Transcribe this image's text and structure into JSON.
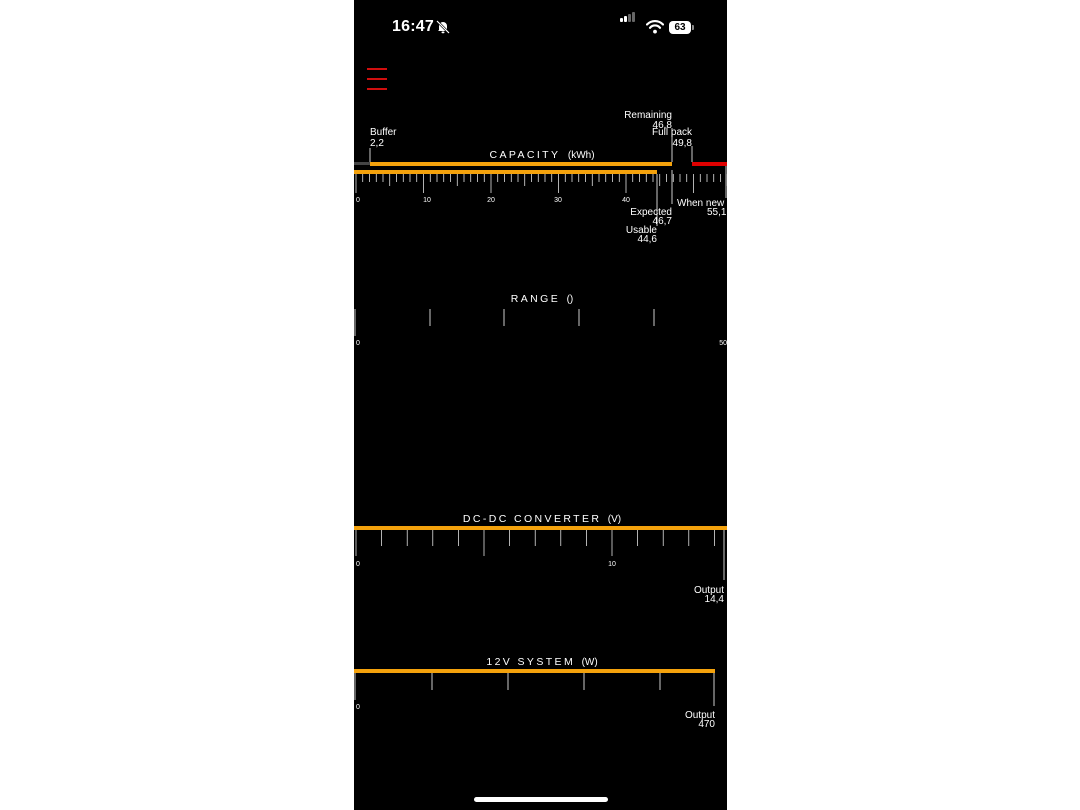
{
  "status_bar": {
    "time": "16:47",
    "battery": "63"
  },
  "colors": {
    "accent": "#f4a20c",
    "alert": "#e00000",
    "menu": "#d10f0f",
    "tick": "#ffffff"
  },
  "gauges": {
    "capacity": {
      "title": "CAPACITY",
      "unit": "(kWh)",
      "scale_max": 55.1,
      "tick_labels": [
        "0",
        "10",
        "20",
        "30",
        "40"
      ],
      "markers": {
        "buffer": {
          "label": "Buffer",
          "value": "2,2"
        },
        "remaining": {
          "label": "Remaining",
          "value": "46,8"
        },
        "full_pack": {
          "label": "Full pack",
          "value": "49,8"
        },
        "expected": {
          "label": "Expected",
          "value": "46,7"
        },
        "usable": {
          "label": "Usable",
          "value": "44,6"
        },
        "when_new": {
          "label": "When new",
          "value": "55,1"
        }
      }
    },
    "range": {
      "title": "RANGE",
      "unit": "()",
      "tick_labels": [
        "0",
        "50"
      ]
    },
    "dcdc": {
      "title": "DC-DC CONVERTER",
      "unit": "(V)",
      "tick_labels": [
        "0",
        "10"
      ],
      "scale_max": 14.4,
      "output": {
        "label": "Output",
        "value": "14,4"
      }
    },
    "system12v": {
      "title": "12V SYSTEM",
      "unit": "(W)",
      "tick_labels": [
        "0"
      ],
      "scale_max": 470,
      "output": {
        "label": "Output",
        "value": "470"
      }
    }
  }
}
